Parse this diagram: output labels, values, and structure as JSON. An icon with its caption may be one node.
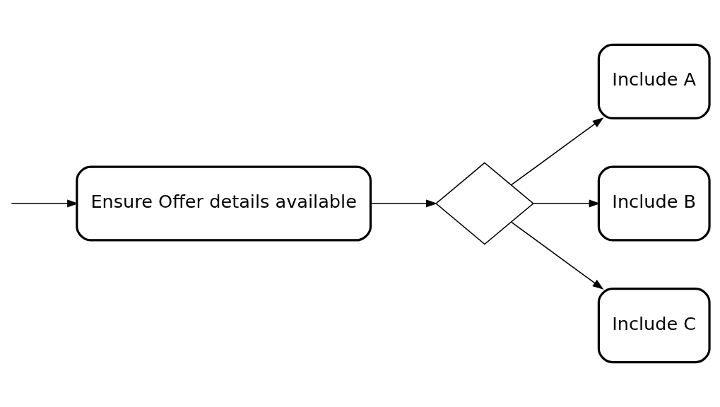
{
  "diagram": {
    "nodes": [
      {
        "text": [
          "Ensure Offer details available"
        ]
      },
      {
        "text": [],
        "shape": "diamond"
      },
      {
        "text": [
          "Include A"
        ]
      },
      {
        "text": [
          "Include B"
        ]
      },
      {
        "text": [
          "Include C"
        ]
      }
    ],
    "edges": [
      {
        "from": null,
        "to": 0,
        "arrow": "to"
      },
      {
        "from": 0,
        "to": 1,
        "arrow": "to"
      },
      {
        "from": 1,
        "to": 2,
        "arrow": "to"
      },
      {
        "from": 1,
        "to": 3,
        "arrow": "to"
      },
      {
        "from": 1,
        "to": 4,
        "arrow": "to"
      }
    ]
  }
}
